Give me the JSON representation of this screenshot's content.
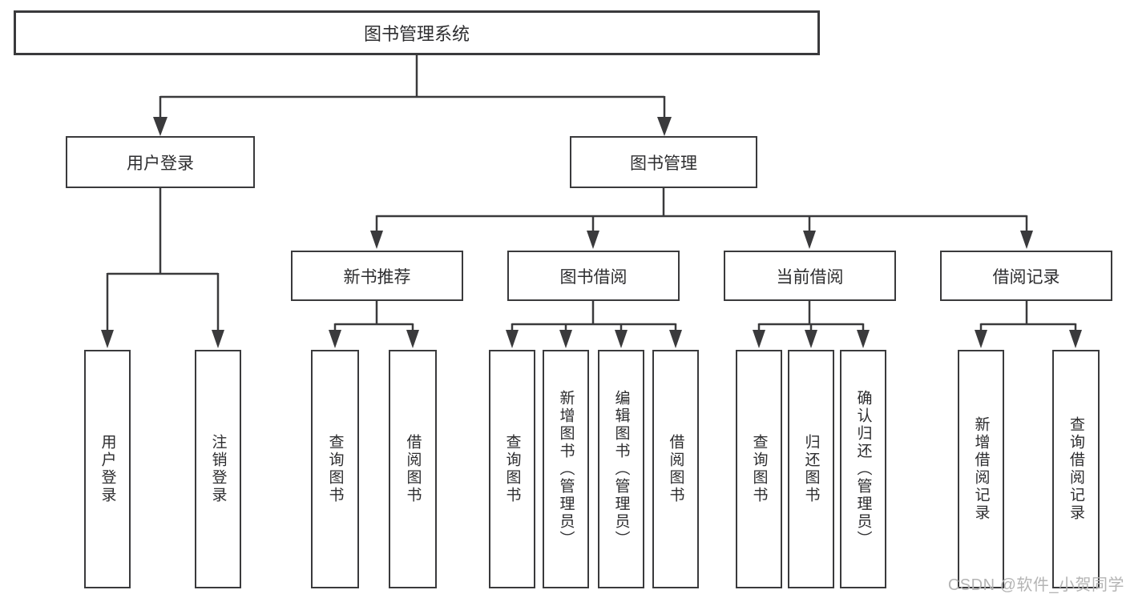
{
  "diagram": {
    "root": {
      "label": "图书管理系统"
    },
    "level2": [
      {
        "label": "用户登录"
      },
      {
        "label": "图书管理"
      }
    ],
    "level3": [
      {
        "label": "新书推荐",
        "parent": "图书管理"
      },
      {
        "label": "图书借阅",
        "parent": "图书管理"
      },
      {
        "label": "当前借阅",
        "parent": "图书管理"
      },
      {
        "label": "借阅记录",
        "parent": "图书管理"
      }
    ],
    "leaves": [
      {
        "label": "用户登录",
        "parent": "用户登录"
      },
      {
        "label": "注销登录",
        "parent": "用户登录"
      },
      {
        "label": "查询图书",
        "parent": "新书推荐"
      },
      {
        "label": "借阅图书",
        "parent": "新书推荐"
      },
      {
        "label": "查询图书",
        "parent": "图书借阅"
      },
      {
        "label": "新增图书（管理员）",
        "parent": "图书借阅"
      },
      {
        "label": "编辑图书（管理员）",
        "parent": "图书借阅"
      },
      {
        "label": "借阅图书",
        "parent": "图书借阅"
      },
      {
        "label": "查询图书",
        "parent": "当前借阅"
      },
      {
        "label": "归还图书",
        "parent": "当前借阅"
      },
      {
        "label": "确认归还（管理员）",
        "parent": "当前借阅"
      },
      {
        "label": "新增借阅记录",
        "parent": "借阅记录"
      },
      {
        "label": "查询借阅记录",
        "parent": "借阅记录"
      }
    ]
  },
  "watermark": {
    "text": "CSDN @软件_小贺同学"
  },
  "colors": {
    "line": "#3a3a3c",
    "text": "#2d2d2f",
    "background": "#ffffff",
    "watermark": "#b4b4b4"
  }
}
